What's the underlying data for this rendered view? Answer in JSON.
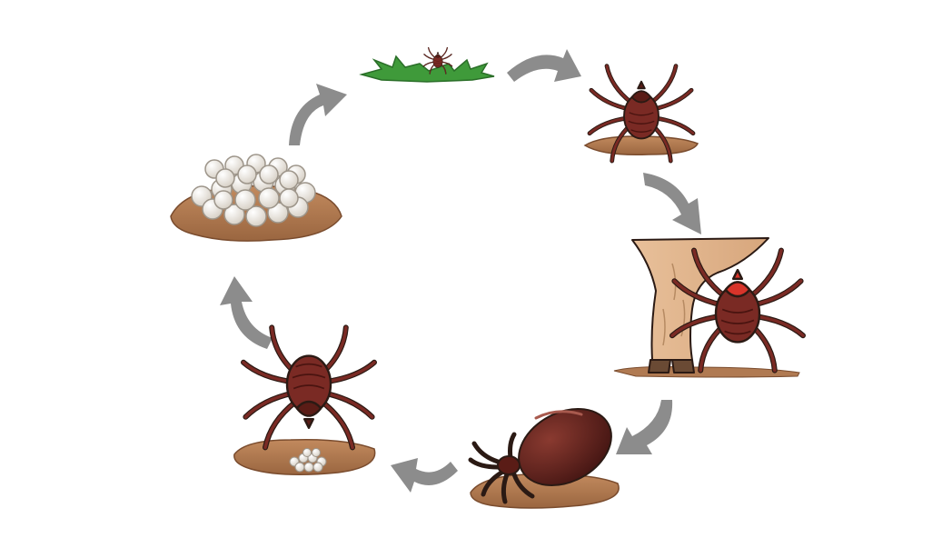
{
  "colors": {
    "background": "#ffffff",
    "arrow": "#8c8c8c",
    "tick_body": "#7a2a24",
    "tick_body_dark": "#4a1410",
    "tick_head_red": "#d8342a",
    "engorged_tick": "#5e1e1a",
    "soil": "#b07a52",
    "grass": "#3f9a3a",
    "egg": "#ece7df",
    "host_skin": "#e8c09a"
  },
  "stages": [
    {
      "id": "eggs",
      "icon": "egg-cluster-icon"
    },
    {
      "id": "larva",
      "icon": "larva-on-grass-icon"
    },
    {
      "id": "nymph",
      "icon": "nymph-tick-icon"
    },
    {
      "id": "adult-feeding",
      "icon": "tick-on-host-leg-icon"
    },
    {
      "id": "engorged-female",
      "icon": "engorged-tick-icon"
    },
    {
      "id": "female-laying-eggs",
      "icon": "tick-laying-eggs-icon"
    }
  ]
}
